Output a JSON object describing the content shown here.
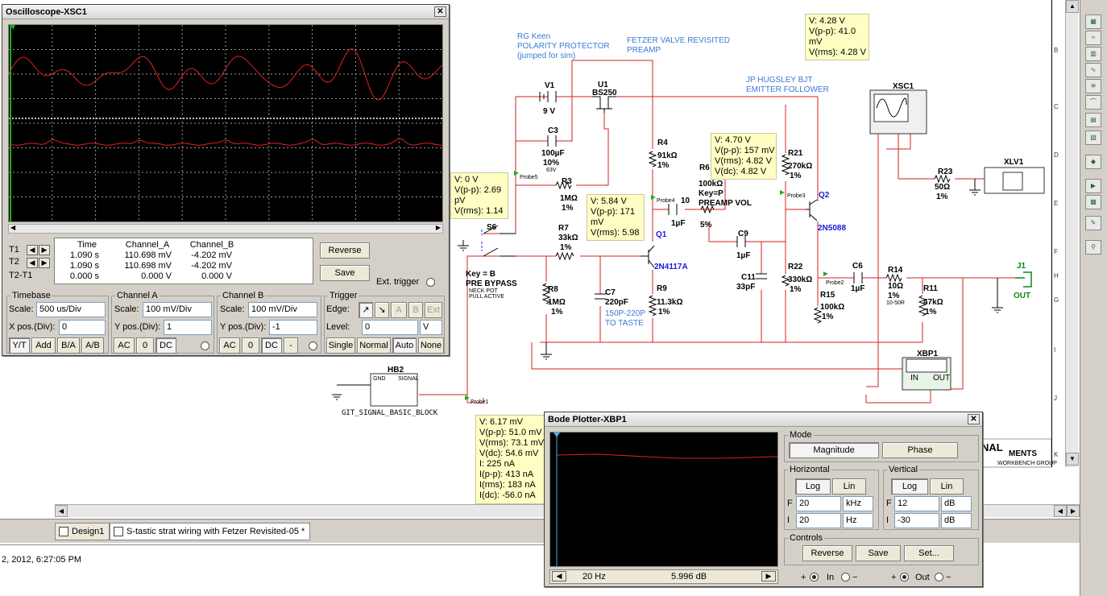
{
  "schematic": {
    "annotations": {
      "rg_keen": "RG Keen",
      "polarity_protector": "POLARITY PROTECTOR",
      "jumped": "(jumped for sim)",
      "fetzer": "FETZER VALVE REVISITED",
      "preamp": "PREAMP",
      "jp_hugsley": "JP HUGSLEY BJT",
      "emitter_follower": "EMITTER FOLLOWER",
      "c7_note1": "150P-220P",
      "c7_note2": "TO TASTE",
      "neck_pot": "NECK POT",
      "pull_active": "PULL ACTIVE",
      "r14_note": "10-50R"
    },
    "components": {
      "v1": "V1",
      "v1_val": "9 V",
      "u1": "U1",
      "u1_val": "BS250",
      "c3": "C3",
      "c3_val": "100µF",
      "c3_tol": "10%",
      "c3_volt": "63V",
      "r3": "R3",
      "r3_val": "1MΩ",
      "r3_tol": "1%",
      "r4": "R4",
      "r4_val": "91kΩ",
      "r4_tol": "1%",
      "r7": "R7",
      "r7_val": "33kΩ",
      "r7_tol": "1%",
      "r8": "R8",
      "r8_val": "1MΩ",
      "r8_tol": "1%",
      "c7": "C7",
      "c7_val": "220pF",
      "r9": "R9",
      "r9_val": "11.3kΩ",
      "r9_tol": "1%",
      "q1": "Q1",
      "q1_val": "2N4117A",
      "c10": "10",
      "c10_val": "1µF",
      "r6": "R6",
      "r6_val": "100kΩ",
      "r6_key": "Key=P",
      "r6_name": "PREAMP VOL",
      "r6_pct": "5%",
      "c9": "C9",
      "c9_val": "1µF",
      "c11": "C11",
      "c11_val": "33pF",
      "r21": "R21",
      "r21_val": "270kΩ",
      "r21_tol": "1%",
      "r22": "R22",
      "r22_val": "330kΩ",
      "r22_tol": "1%",
      "q2": "Q2",
      "q2_val": "2N5088",
      "r15": "R15",
      "r15_val": "100kΩ",
      "r15_tol": "1%",
      "c6": "C6",
      "c6_val": "1µF",
      "r14": "R14",
      "r14_val": "10Ω",
      "r14_tol": "1%",
      "r11": "R11",
      "r11_val": "47kΩ",
      "r11_tol": "1%",
      "r23": "R23",
      "r23_val": "50Ω",
      "r23_tol": "1%",
      "s6": "S6",
      "s6_key": "Key = B",
      "s6_name": "PRE BYPASS",
      "j1": "J1",
      "j1_name": "OUT",
      "xsc1": "XSC1",
      "xlv1": "XLV1",
      "xbp1": "XBP1",
      "xbp_in": "IN",
      "xbp_out": "OUT",
      "hb2": "HB2",
      "hb2_name": "GIT_SIGNAL_BASIC_BLOCK",
      "hb2_gnd": "GND",
      "hb2_sig": "SIGNAL",
      "probe1": "Probe1",
      "probe2": "Probe2",
      "probe3": "Probe3",
      "probe4": "Probe4",
      "probe5": "Probe5",
      "logo_text": "NAL",
      "logo_text2": "MENTS",
      "logo_sub": "WORKBENCH GROUP"
    },
    "probes": {
      "top": [
        "V: 4.28 V",
        "V(p-p): 41.0",
        "mV",
        "V(rms): 4.28 V"
      ],
      "r6": [
        "V: 4.70 V",
        "V(p-p): 157 mV",
        "V(rms): 4.82 V",
        "V(dc): 4.82 V"
      ],
      "q1": [
        "V: 5.84 V",
        "V(p-p): 171",
        "mV",
        "V(rms): 5.98"
      ],
      "left": [
        "V: 0 V",
        "V(p-p): 2.69",
        "pV",
        "V(rms): 1.14"
      ],
      "bottom": [
        "V: 6.17 mV",
        "V(p-p): 51.0 mV",
        "V(rms): 73.1 mV",
        "V(dc): 54.6 mV",
        "I: 225 nA",
        "I(p-p): 413 nA",
        "I(rms): 183 nA",
        "I(dc): -56.0 nA"
      ]
    },
    "ruler_letters": [
      "B",
      "C",
      "D",
      "E",
      "F",
      "G",
      "H",
      "I",
      "J",
      "K"
    ]
  },
  "oscilloscope": {
    "title": "Oscilloscope-XSC1",
    "headers": {
      "time": "Time",
      "cha": "Channel_A",
      "chb": "Channel_B"
    },
    "rows": [
      {
        "label": "T1",
        "time": "1.090 s",
        "cha": "110.698 mV",
        "chb": "-4.202 mV"
      },
      {
        "label": "T2",
        "time": "1.090 s",
        "cha": "110.698 mV",
        "chb": "-4.202 mV"
      },
      {
        "label": "T2-T1",
        "time": "0.000 s",
        "cha": "0.000 V",
        "chb": "0.000 V"
      }
    ],
    "buttons": {
      "reverse": "Reverse",
      "save": "Save",
      "ext_trigger": "Ext. trigger"
    },
    "timebase": {
      "title": "Timebase",
      "scale_label": "Scale:",
      "scale": "500 us/Div",
      "xpos_label": "X pos.(Div):",
      "xpos": "0",
      "modes": [
        "Y/T",
        "Add",
        "B/A",
        "A/B"
      ]
    },
    "channel_a": {
      "title": "Channel A",
      "scale_label": "Scale:",
      "scale": "100 mV/Div",
      "ypos_label": "Y pos.(Div):",
      "ypos": "1",
      "coupling": [
        "AC",
        "0",
        "DC"
      ]
    },
    "channel_b": {
      "title": "Channel B",
      "scale_label": "Scale:",
      "scale": "100 mV/Div",
      "ypos_label": "Y pos.(Div):",
      "ypos": "-1",
      "coupling": [
        "AC",
        "0",
        "DC",
        "-"
      ]
    },
    "trigger": {
      "title": "Trigger",
      "edge_label": "Edge:",
      "sources": [
        "A",
        "B",
        "Ext"
      ],
      "level_label": "Level:",
      "level": "0",
      "level_unit": "V",
      "modes": [
        "Single",
        "Normal",
        "Auto",
        "None"
      ]
    }
  },
  "bode": {
    "title": "Bode Plotter-XBP1",
    "mode": {
      "title": "Mode",
      "magnitude": "Magnitude",
      "phase": "Phase"
    },
    "horizontal": {
      "title": "Horizontal",
      "log": "Log",
      "lin": "Lin",
      "f_label": "F",
      "f_val": "20",
      "f_unit": "kHz",
      "i_label": "I",
      "i_val": "20",
      "i_unit": "Hz"
    },
    "vertical": {
      "title": "Vertical",
      "log": "Log",
      "lin": "Lin",
      "f_label": "F",
      "f_val": "12",
      "f_unit": "dB",
      "i_label": "I",
      "i_val": "-30",
      "i_unit": "dB"
    },
    "controls": {
      "title": "Controls",
      "reverse": "Reverse",
      "save": "Save",
      "set": "Set..."
    },
    "readout": {
      "freq": "20 Hz",
      "value": "5.996 dB"
    },
    "io": {
      "plus": "+",
      "minus": "−",
      "in": "In",
      "out": "Out"
    }
  },
  "tabs": [
    {
      "label": "Design1"
    },
    {
      "label": "S-tastic strat wiring with Fetzer Revisited-05 *"
    }
  ],
  "status": {
    "text": "2, 2012, 6:27:05 PM"
  },
  "colors": {
    "trace_a": "#e02020",
    "trace_b": "#e02020",
    "grid": "#9a9a9a",
    "wire": "#d42020",
    "screen": "#000000",
    "probe_box": "#ffffc4"
  }
}
